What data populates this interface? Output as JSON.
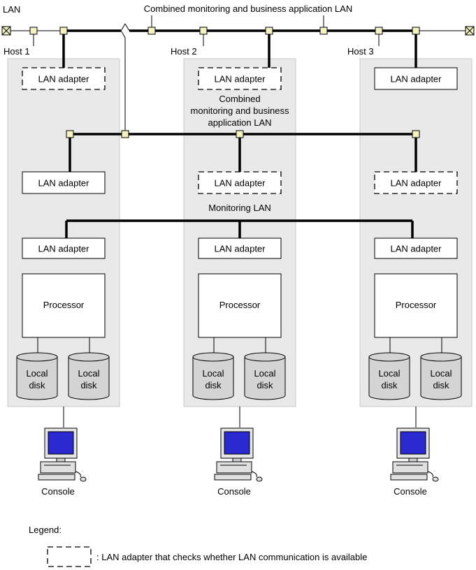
{
  "labels": {
    "lan": "LAN",
    "combined_lan_top": "Combined monitoring and business application LAN",
    "combined_lan_mid": [
      "Combined",
      "monitoring and business",
      "application LAN"
    ],
    "monitoring_lan": "Monitoring LAN"
  },
  "hosts": [
    {
      "name": "Host 1",
      "adapters": [
        {
          "label": "LAN adapter",
          "checks_communication": true
        },
        {
          "label": "LAN adapter",
          "checks_communication": false
        },
        {
          "label": "LAN adapter",
          "checks_communication": false
        }
      ],
      "processor": "Processor",
      "disks": [
        [
          "Local",
          "disk"
        ],
        [
          "Local",
          "disk"
        ]
      ],
      "console": "Console"
    },
    {
      "name": "Host 2",
      "adapters": [
        {
          "label": "LAN adapter",
          "checks_communication": true
        },
        {
          "label": "LAN adapter",
          "checks_communication": true
        },
        {
          "label": "LAN adapter",
          "checks_communication": false
        }
      ],
      "processor": "Processor",
      "disks": [
        [
          "Local",
          "disk"
        ],
        [
          "Local",
          "disk"
        ]
      ],
      "console": "Console"
    },
    {
      "name": "Host 3",
      "adapters": [
        {
          "label": "LAN adapter",
          "checks_communication": false
        },
        {
          "label": "LAN adapter",
          "checks_communication": true
        },
        {
          "label": "LAN adapter",
          "checks_communication": false
        }
      ],
      "processor": "Processor",
      "disks": [
        [
          "Local",
          "disk"
        ],
        [
          "Local",
          "disk"
        ]
      ],
      "console": "Console"
    }
  ],
  "legend": {
    "title": "Legend:",
    "dashed_box": ": LAN adapter that checks whether LAN communication is available"
  },
  "colors": {
    "host_panel": "#e9e9e9",
    "connector": "#f2f2c2",
    "monitor_screen": "#2a2ad0",
    "disk": "#d4d4d4"
  }
}
